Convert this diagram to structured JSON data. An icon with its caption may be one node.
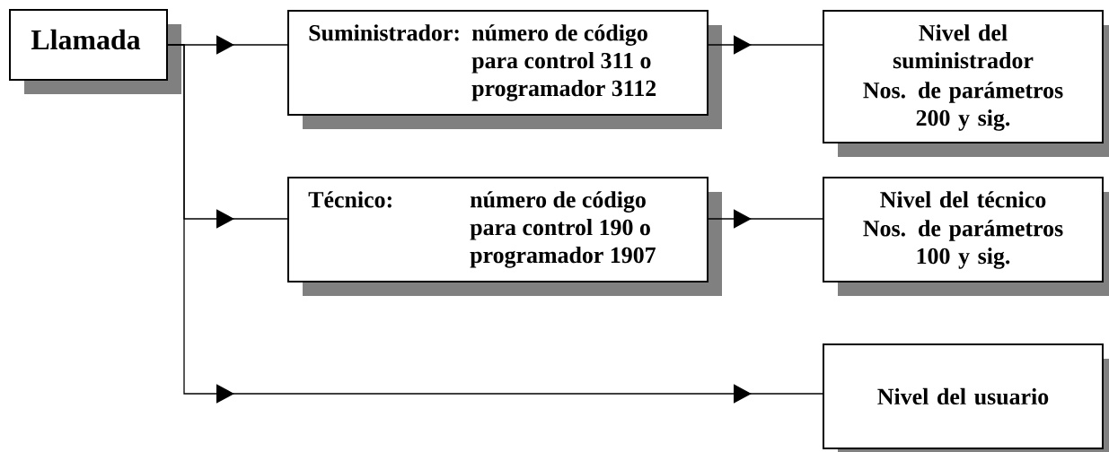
{
  "diagram": {
    "nodes": [
      {
        "text": [
          "Llamada"
        ]
      },
      {
        "text": [
          "Suministrador:",
          "número de código para control 311 o programador 3112"
        ]
      },
      {
        "text": [
          "Nivel del suministrador",
          "Nos. de parámetros 200 y sig."
        ]
      },
      {
        "text": [
          "Técnico:",
          "número de código para control 190 o programador 1907"
        ]
      },
      {
        "text": [
          "Nivel del técnico",
          "Nos. de parámetros 100 y sig."
        ]
      },
      {
        "text": [
          "Nivel del usuario"
        ]
      }
    ],
    "edges": [
      {
        "from": 0,
        "to": 1,
        "arrow": "to"
      },
      {
        "from": 1,
        "to": 2,
        "arrow": "to"
      },
      {
        "from": 0,
        "to": 3,
        "arrow": "to"
      },
      {
        "from": 3,
        "to": 4,
        "arrow": "to"
      },
      {
        "from": 0,
        "to": 5,
        "arrow": "to"
      }
    ]
  }
}
